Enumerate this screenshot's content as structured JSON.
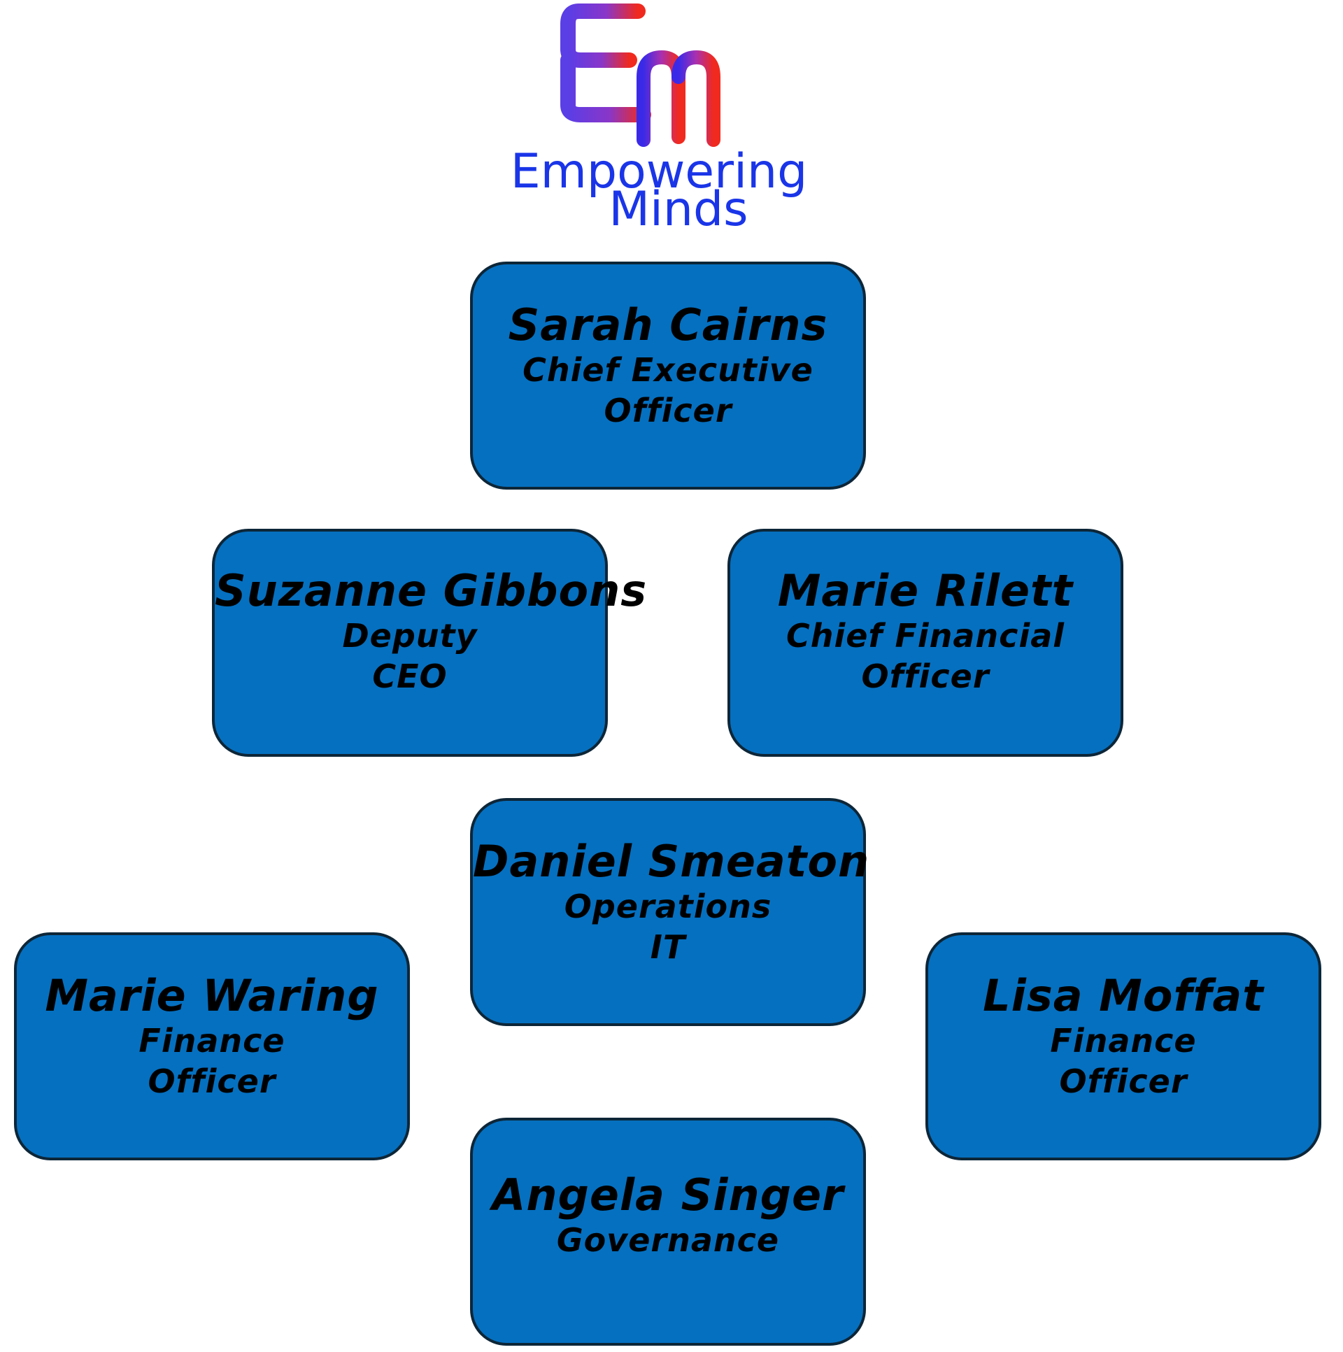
{
  "logo": {
    "monogram": "EM",
    "line1": "Empowering",
    "line2": "Minds",
    "colors": {
      "blue": "#1a35e8",
      "red": "#f02a1e",
      "purple": "#7b3ad8"
    }
  },
  "chart_colors": {
    "card_fill": "#0570c0",
    "card_border": "#0d2638",
    "text": "#000000"
  },
  "people": [
    {
      "name": "Sarah Cairns",
      "role_line1": "Chief Executive",
      "role_line2": "Officer"
    },
    {
      "name": "Suzanne Gibbons",
      "role_line1": "Deputy",
      "role_line2": "CEO"
    },
    {
      "name": "Marie Rilett",
      "role_line1": "Chief Financial",
      "role_line2": "Officer"
    },
    {
      "name": "Daniel Smeaton",
      "role_line1": "Operations",
      "role_line2": "IT"
    },
    {
      "name": "Marie Waring",
      "role_line1": "Finance",
      "role_line2": "Officer"
    },
    {
      "name": "Lisa Moffat",
      "role_line1": "Finance",
      "role_line2": "Officer"
    },
    {
      "name": "Angela Singer",
      "role_line1": "Governance",
      "role_line2": ""
    }
  ]
}
